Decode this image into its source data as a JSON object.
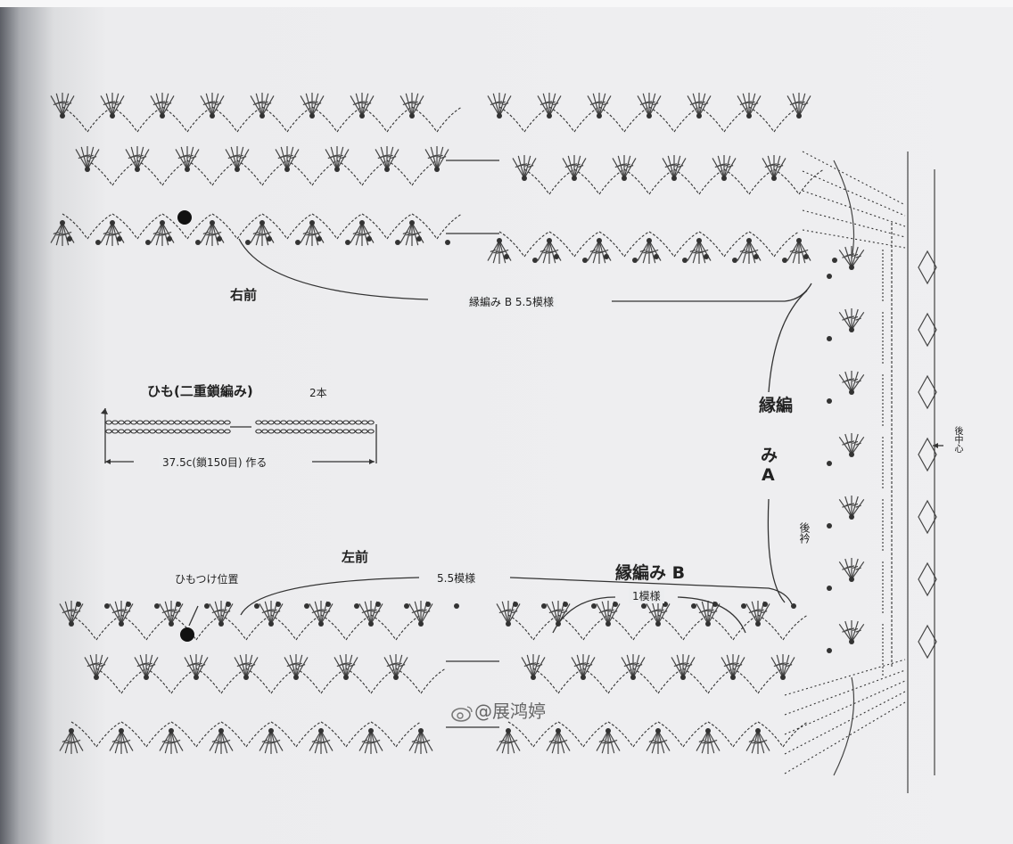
{
  "labels": {
    "right_front": "右前",
    "left_front": "左前",
    "edging_b_55": "縁編み B 5.5模様",
    "edging_a_1": "縁編",
    "edging_a_2": "み",
    "edging_a_3": "A",
    "edging_b": "縁編み B",
    "pattern_55": "5.5模様",
    "pattern_1": "1模様",
    "back_collar": "後衿",
    "back_center": "後中心",
    "tie_title": "ひも(二重鎖編み)",
    "tie_count": "2本",
    "tie_length": "37.5c(鎖150目) 作る",
    "tie_position": "ひもつけ位置",
    "watermark": "@展鸿婷"
  },
  "colors": {
    "paper": "#efeff1",
    "ink": "#333333",
    "shadow": "#5c5f66"
  },
  "icons": {
    "watermark_logo": "weibo-icon"
  }
}
